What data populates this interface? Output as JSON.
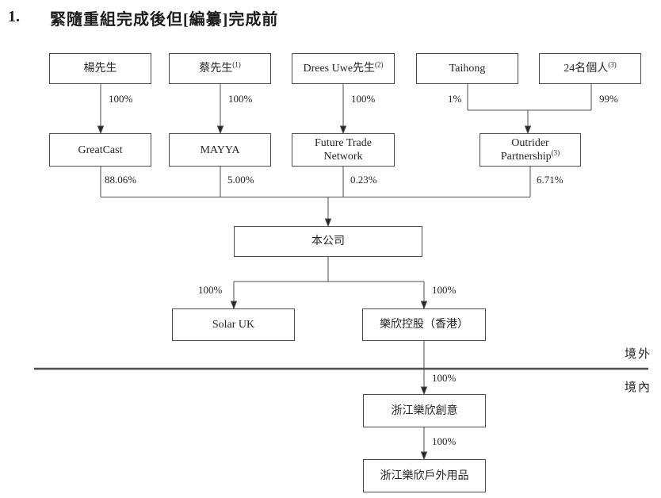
{
  "page": {
    "background": "#ffffff",
    "line_color": "#4d4d4d",
    "text_color": "#262626"
  },
  "title": {
    "number": "1.",
    "text": "緊隨重組完成後但[編纂]完成前"
  },
  "boxes": {
    "yang": {
      "label": "楊先生"
    },
    "cai": {
      "label": "蔡先生",
      "sup": "(1)"
    },
    "drees": {
      "label": "Drees Uwe先生",
      "sup": "(2)"
    },
    "taihong": {
      "label": "Taihong"
    },
    "individuals": {
      "label": "24名個人",
      "sup": "(3)"
    },
    "greatcast": {
      "label": "GreatCast"
    },
    "mayya": {
      "label": "MAYYA"
    },
    "ftn": {
      "line1": "Future Trade",
      "line2": "Network"
    },
    "outrider": {
      "line1": "Outrider",
      "line2": "Partnership",
      "sup": "(3)"
    },
    "company": {
      "label": "本公司"
    },
    "solar_uk": {
      "label": "Solar UK"
    },
    "lexin_hk": {
      "label": "樂欣控股（香港）"
    },
    "zj_creative": {
      "label": "浙江樂欣創意"
    },
    "zj_outdoor": {
      "label": "浙江樂欣戶外用品"
    }
  },
  "percents": {
    "yang": "100%",
    "cai": "100%",
    "drees": "100%",
    "taihong": "1%",
    "individuals": "99%",
    "greatcast": "88.06%",
    "mayya": "5.00%",
    "ftn": "0.23%",
    "outrider": "6.71%",
    "solar_uk": "100%",
    "lexin_hk": "100%",
    "zj_creative": "100%",
    "zj_outdoor": "100%"
  },
  "regions": {
    "offshore": "境外",
    "onshore": "境內"
  }
}
